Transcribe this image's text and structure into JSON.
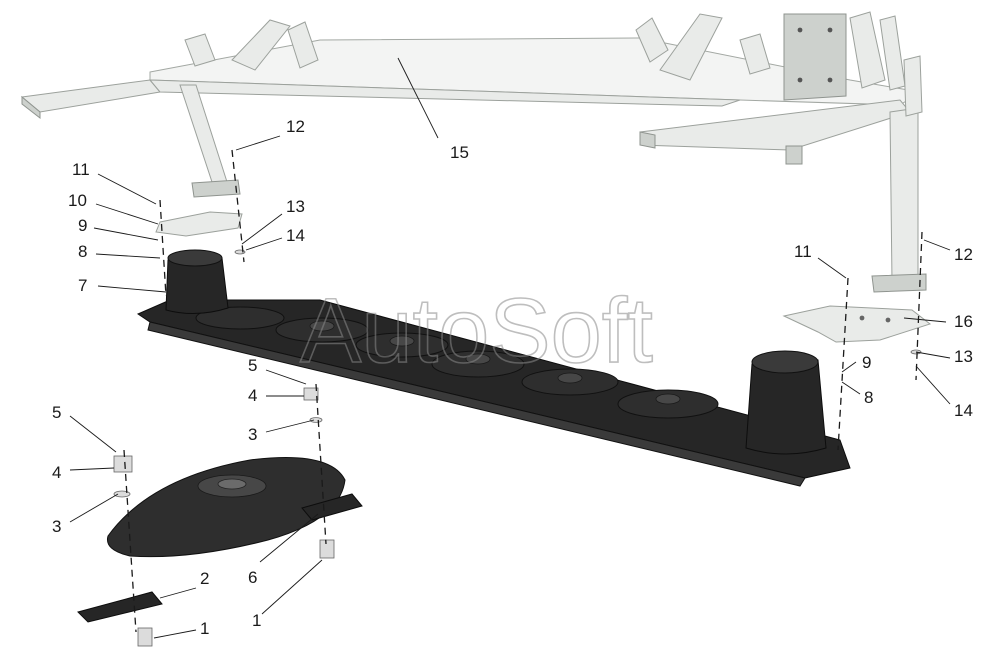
{
  "watermark": "AutoSoft",
  "callouts": [
    {
      "id": "c15",
      "text": "15"
    },
    {
      "id": "c12a",
      "text": "12"
    },
    {
      "id": "c11a",
      "text": "11"
    },
    {
      "id": "c10",
      "text": "10"
    },
    {
      "id": "c9a",
      "text": "9"
    },
    {
      "id": "c8a",
      "text": "8"
    },
    {
      "id": "c7",
      "text": "7"
    },
    {
      "id": "c13a",
      "text": "13"
    },
    {
      "id": "c14a",
      "text": "14"
    },
    {
      "id": "c11b",
      "text": "11"
    },
    {
      "id": "c12b",
      "text": "12"
    },
    {
      "id": "c16",
      "text": "16"
    },
    {
      "id": "c13b",
      "text": "13"
    },
    {
      "id": "c9b",
      "text": "9"
    },
    {
      "id": "c8b",
      "text": "8"
    },
    {
      "id": "c14b",
      "text": "14"
    },
    {
      "id": "c5a",
      "text": "5"
    },
    {
      "id": "c4a",
      "text": "4"
    },
    {
      "id": "c3a",
      "text": "3"
    },
    {
      "id": "c5b",
      "text": "5"
    },
    {
      "id": "c4b",
      "text": "4"
    },
    {
      "id": "c3b",
      "text": "3"
    },
    {
      "id": "c2",
      "text": "2"
    },
    {
      "id": "c6",
      "text": "6"
    },
    {
      "id": "c1a",
      "text": "1"
    },
    {
      "id": "c1b",
      "text": "1"
    }
  ]
}
